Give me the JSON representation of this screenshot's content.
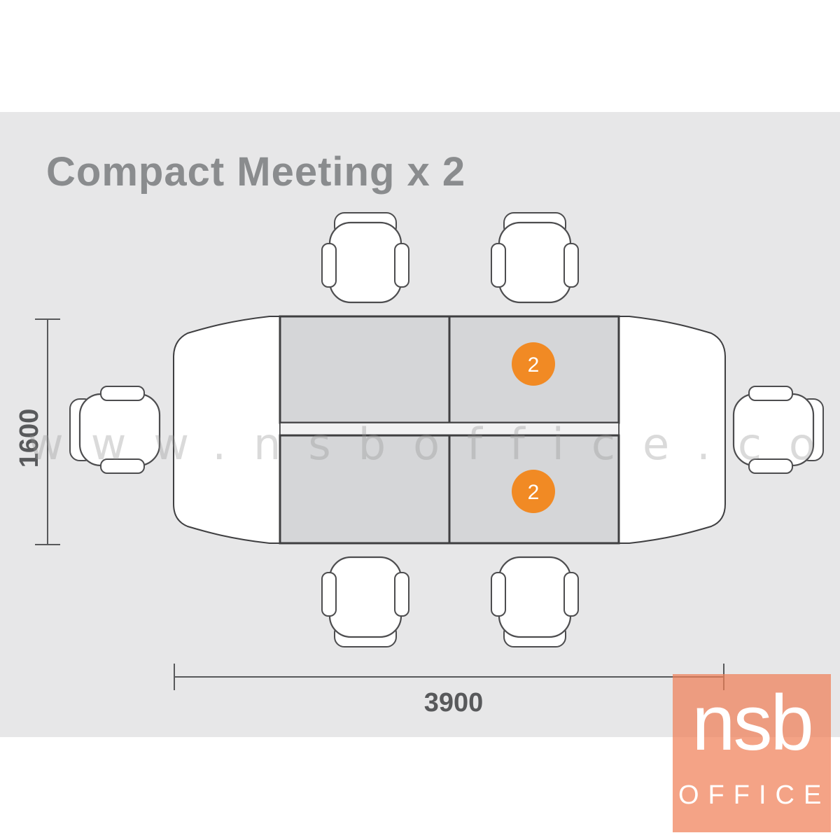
{
  "title": "Compact Meeting x 2",
  "dimensions": {
    "width_label": "3900",
    "depth_label": "1600"
  },
  "badges": [
    {
      "label": "2"
    },
    {
      "label": "2"
    }
  ],
  "watermark": "www.nsboffice.com",
  "logo": {
    "main": "nsb",
    "sub": "OFFICE"
  },
  "colors": {
    "background_panel": "#e7e7e8",
    "table_module_fill": "#d5d6d8",
    "table_end_fill": "#ffffff",
    "outline": "#3f3f41",
    "badge": "#f18a24",
    "logo": "#f08058",
    "title": "#8a8c8e"
  }
}
